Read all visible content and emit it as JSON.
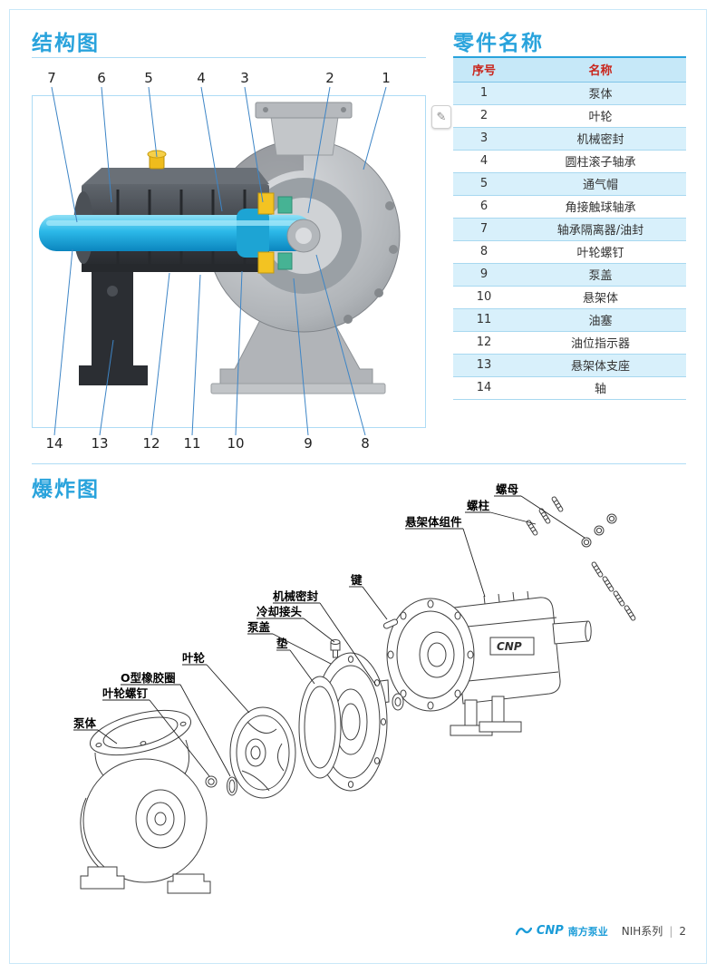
{
  "colors": {
    "accent_blue": "#29A3DC",
    "table_header_red": "#C9261D",
    "shaft_cyan": "#2CB9E9",
    "seal_yellow": "#F3C322",
    "brand_blue": "#1B9CD8"
  },
  "headings": {
    "structure": "结构图",
    "parts": "零件名称",
    "exploded": "爆炸图"
  },
  "icons": {
    "edit": "✎"
  },
  "structure_diagram": {
    "callouts_top": [
      "7",
      "6",
      "5",
      "4",
      "3",
      "2",
      "1"
    ],
    "callouts_bottom": [
      "14",
      "13",
      "12",
      "11",
      "10",
      "9",
      "8"
    ]
  },
  "parts_table": {
    "headers": [
      "序号",
      "名称"
    ],
    "rows": [
      [
        "1",
        "泵体"
      ],
      [
        "2",
        "叶轮"
      ],
      [
        "3",
        "机械密封"
      ],
      [
        "4",
        "圆柱滚子轴承"
      ],
      [
        "5",
        "通气帽"
      ],
      [
        "6",
        "角接触球轴承"
      ],
      [
        "7",
        "轴承隔离器/油封"
      ],
      [
        "8",
        "叶轮螺钉"
      ],
      [
        "9",
        "泵盖"
      ],
      [
        "10",
        "悬架体"
      ],
      [
        "11",
        "油塞"
      ],
      [
        "12",
        "油位指示器"
      ],
      [
        "13",
        "悬架体支座"
      ],
      [
        "14",
        "轴"
      ]
    ]
  },
  "exploded": {
    "labels": [
      "螺母",
      "螺柱",
      "悬架体组件",
      "键",
      "机械密封",
      "冷却接头",
      "泵盖",
      "垫",
      "叶轮",
      "O型橡胶圈",
      "叶轮螺钉",
      "泵体"
    ],
    "body_logo": "CNP"
  },
  "footer": {
    "brand": "CNP",
    "brand_cn": "南方泵业",
    "series": "NIH系列",
    "divider": "|",
    "page": "2"
  }
}
